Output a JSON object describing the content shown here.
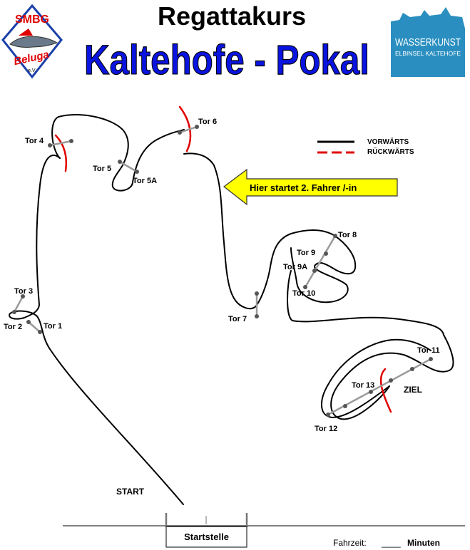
{
  "header": {
    "title_line1": "Regattakurs",
    "title_line2": "Kaltehofe - Pokal",
    "title_line2_color": "#0a14e0"
  },
  "logo_left": {
    "text_top": "SMBG",
    "text_bottom": "Beluga",
    "text_suffix": "e.V."
  },
  "logo_right": {
    "text_main": "WASSERKUNST",
    "text_sub": "ELBINSEL KALTEHOFE",
    "color": "#2a8fc0"
  },
  "legend": {
    "forward_label": "VORWÄRTS",
    "backward_label": "RÜCKWÄRTS",
    "forward_color": "#000000",
    "backward_color": "#e00000"
  },
  "callout": {
    "text": "Hier startet 2. Fahrer /-in",
    "fill": "#ffff00"
  },
  "gates": {
    "tor1": "Tor 1",
    "tor2": "Tor 2",
    "tor3": "Tor 3",
    "tor4": "Tor 4",
    "tor5": "Tor 5",
    "tor5a": "Tor 5A",
    "tor6": "Tor 6",
    "tor7": "Tor 7",
    "tor8": "Tor 8",
    "tor9": "Tor 9",
    "tor9a": "Tor 9A",
    "tor10": "Tor 10",
    "tor11": "Tor 11",
    "tor12": "Tor 12",
    "tor13": "Tor 13"
  },
  "markers": {
    "start": "START",
    "finish": "ZIEL",
    "start_box": "Startstelle",
    "time_label": "Fahrzeit:",
    "time_blank": "____",
    "time_unit": "Minuten"
  }
}
